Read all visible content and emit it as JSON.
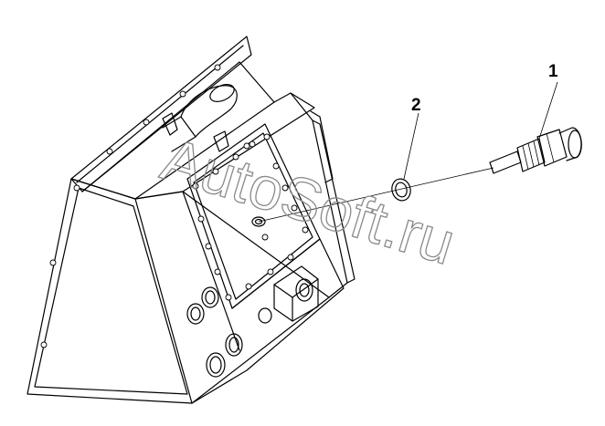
{
  "callouts": [
    {
      "number": "1",
      "part": "sensor"
    },
    {
      "number": "2",
      "part": "seal-ring"
    }
  ],
  "watermark": "AutoSoft.ru",
  "colors": {
    "line": "#000000",
    "watermark": "#8a8a8a",
    "background": "#ffffff"
  }
}
